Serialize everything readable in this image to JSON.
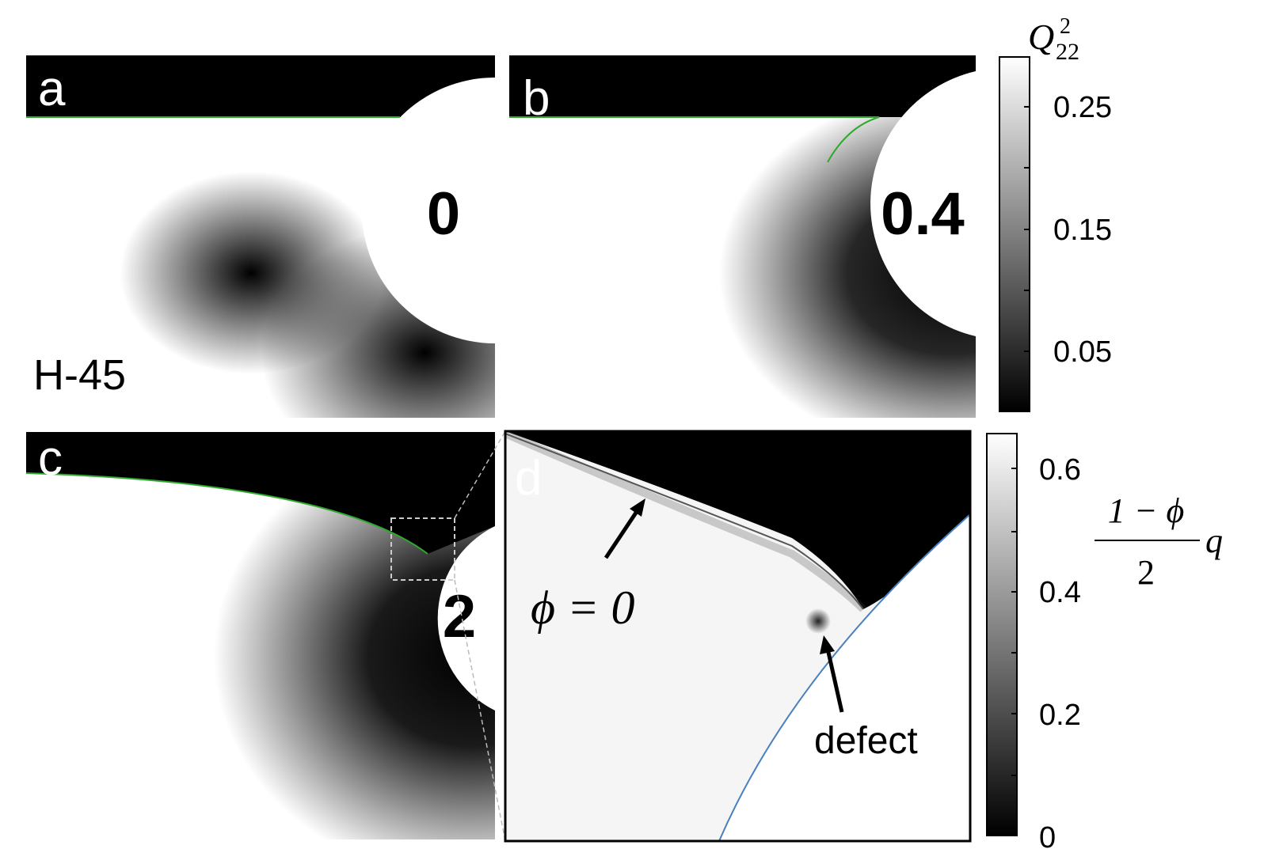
{
  "panels": {
    "a": {
      "letter": "a",
      "value": "0",
      "note": "H-45"
    },
    "b": {
      "letter": "b",
      "value": "0.4"
    },
    "c": {
      "letter": "c",
      "value": "2"
    },
    "d": {
      "letter": "d",
      "phi_label": "ϕ = 0",
      "defect_label": "defect"
    }
  },
  "colorbar_top": {
    "label_main": "Q",
    "label_sub": "22",
    "label_sup": "2",
    "ticks": [
      "0.25",
      "0.15",
      "0.05"
    ]
  },
  "colorbar_bottom": {
    "label_numerator": "1 − ϕ",
    "label_denominator": "2",
    "label_suffix": "q",
    "ticks": [
      "0.6",
      "0.4",
      "0.2",
      "0"
    ]
  },
  "colors": {
    "interface_green": "#2fa82f",
    "interface_blue": "#4a7fc0",
    "phi_contour": "#555555"
  }
}
